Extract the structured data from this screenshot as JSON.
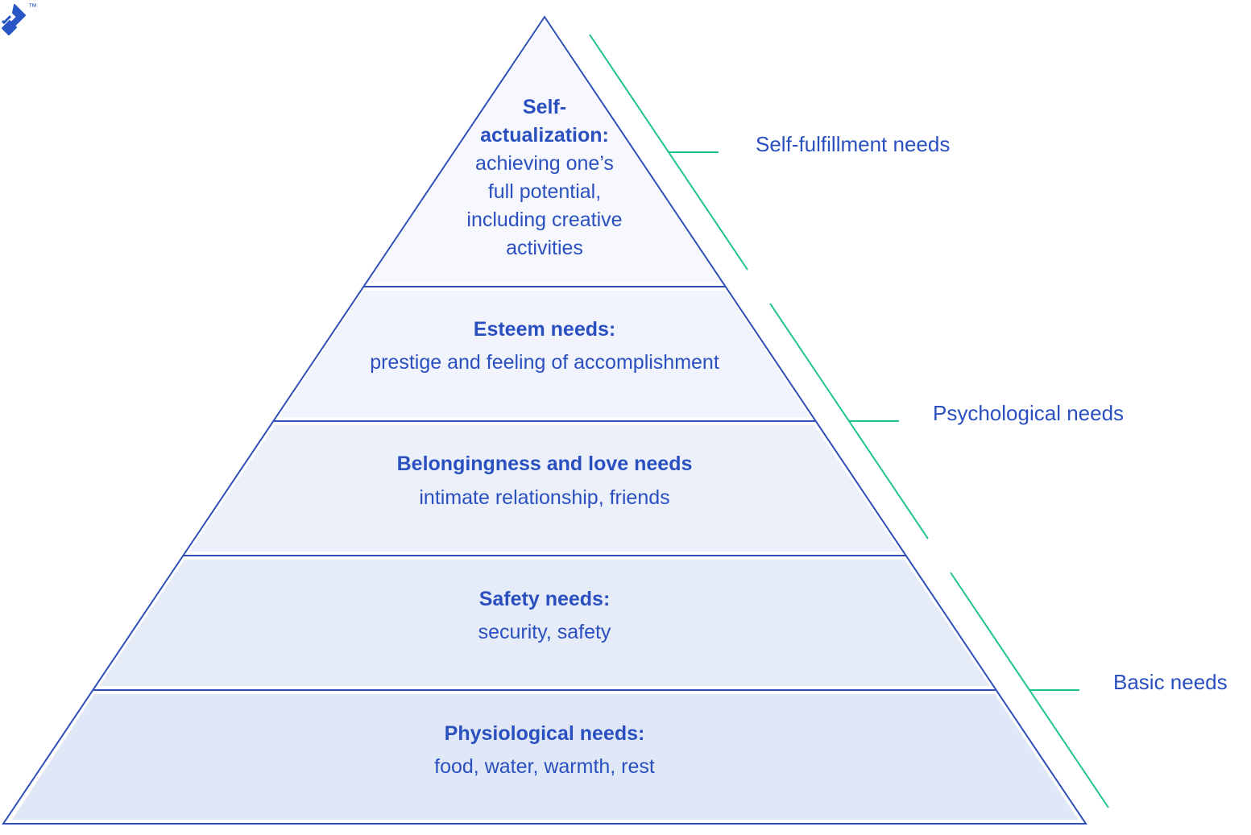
{
  "colors": {
    "outline": "#2f4fb7",
    "text": "#2a4fbf",
    "bracket": "#1fc48c",
    "logo": "#2a55c4",
    "tier_fills": [
      "#f6f8fd",
      "#f1f4fc",
      "#ebf0fa",
      "#e6ebf8",
      "#e0e7f6"
    ]
  },
  "logo": {
    "icon": "toptal-logo-icon",
    "trademark": "™"
  },
  "pyramid": {
    "tiers": [
      {
        "title_lines": [
          "Self-",
          "actualization:"
        ],
        "desc_lines": [
          "achieving one’s",
          "full potential,",
          "including creative",
          "activities"
        ]
      },
      {
        "title_lines": [
          "Esteem needs:"
        ],
        "desc_lines": [
          "prestige and feeling of accomplishment"
        ]
      },
      {
        "title_lines": [
          "Belongingness and love needs"
        ],
        "desc_lines": [
          "intimate relationship, friends"
        ]
      },
      {
        "title_lines": [
          "Safety needs:"
        ],
        "desc_lines": [
          "security, safety"
        ]
      },
      {
        "title_lines": [
          "Physiological needs:"
        ],
        "desc_lines": [
          "food, water, warmth, rest"
        ]
      }
    ]
  },
  "groups": [
    {
      "label": "Self-fulfillment needs"
    },
    {
      "label": "Psychological needs"
    },
    {
      "label": "Basic needs"
    }
  ]
}
